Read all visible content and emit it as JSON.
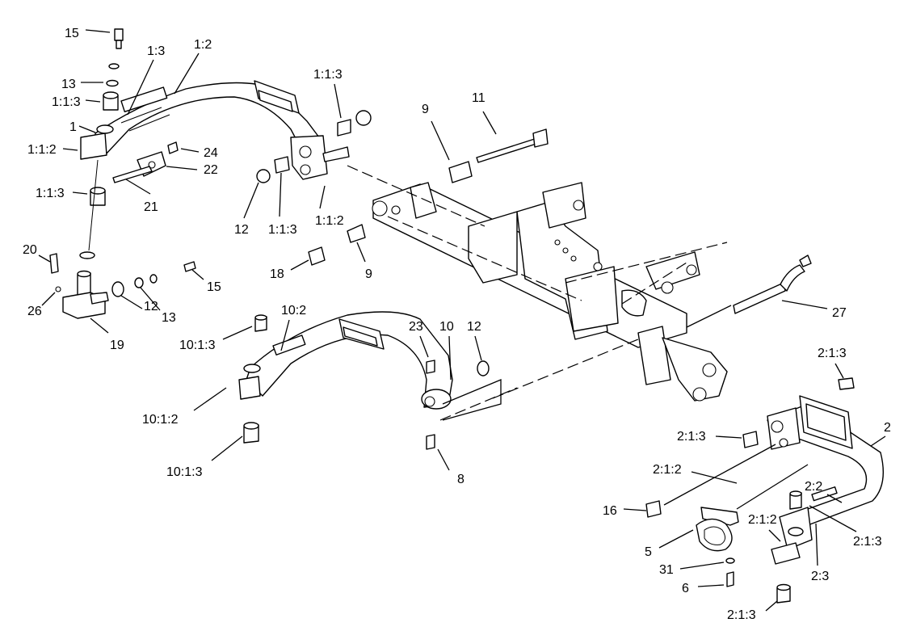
{
  "callouts": {
    "c15a": "15",
    "c13a": "13",
    "c113a": "1:1:3",
    "c1": "1",
    "c112a": "1:1:2",
    "c13top": "1:3",
    "c12top": "1:2",
    "c24": "24",
    "c22": "22",
    "c21": "21",
    "c113b": "1:1:3",
    "c113c": "1:1:3",
    "c12a": "12",
    "c113d": "1:1:3",
    "c112b": "1:1:2",
    "c9a": "9",
    "c11": "11",
    "c18": "18",
    "c9b": "9",
    "c20": "20",
    "c26": "26",
    "c19": "19",
    "c12b": "12",
    "c13b": "13",
    "c15b": "15",
    "c1013a": "10:1:3",
    "c102": "10:2",
    "c23": "23",
    "c10": "10",
    "c12c": "12",
    "c1012": "10:1:2",
    "c1013b": "10:1:3",
    "c8": "8",
    "c27": "27",
    "c213a": "2:1:3",
    "c2": "2",
    "c213b": "2:1:3",
    "c212a": "2:1:2",
    "c16": "16",
    "c22b": "2:2",
    "c212b": "2:1:2",
    "c213c": "2:1:3",
    "c5": "5",
    "c23b": "2:3",
    "c31": "31",
    "c6": "6",
    "c213d": "2:1:3"
  }
}
